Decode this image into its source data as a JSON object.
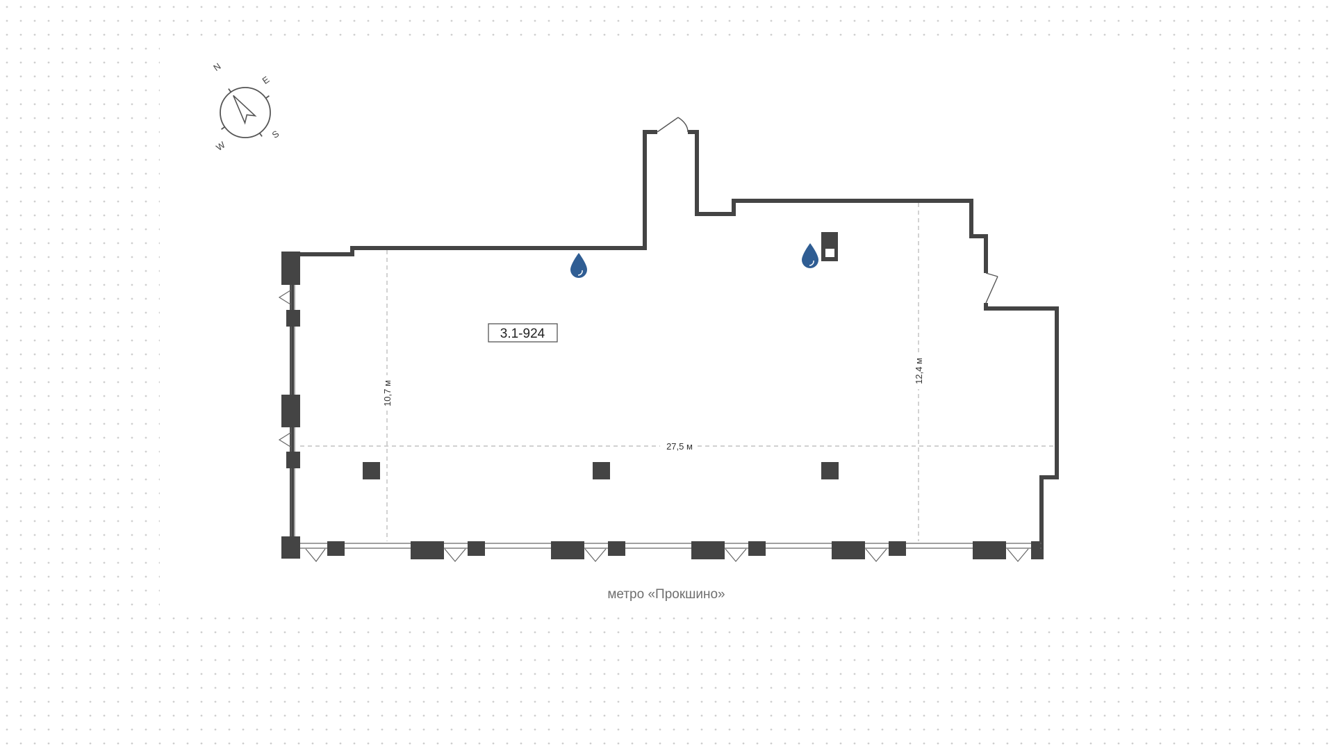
{
  "unit": {
    "id": "3.1-924"
  },
  "dimensions": {
    "left_height": "10,7 м",
    "right_height": "12,4 м",
    "width": "27,5 м"
  },
  "orientation": {
    "north": "N",
    "east": "E",
    "south": "S",
    "west": "W"
  },
  "landmark": {
    "label": "метро «Прокшино»"
  },
  "icons": {
    "water_inlet": "water-drop-icon",
    "riser": "riser-shaft-icon",
    "compass": "compass-icon"
  },
  "colors": {
    "wall": "#444444",
    "water": "#2f5d93",
    "dots": "#cfcfcf",
    "dimension_line": "#b5b5b5"
  }
}
